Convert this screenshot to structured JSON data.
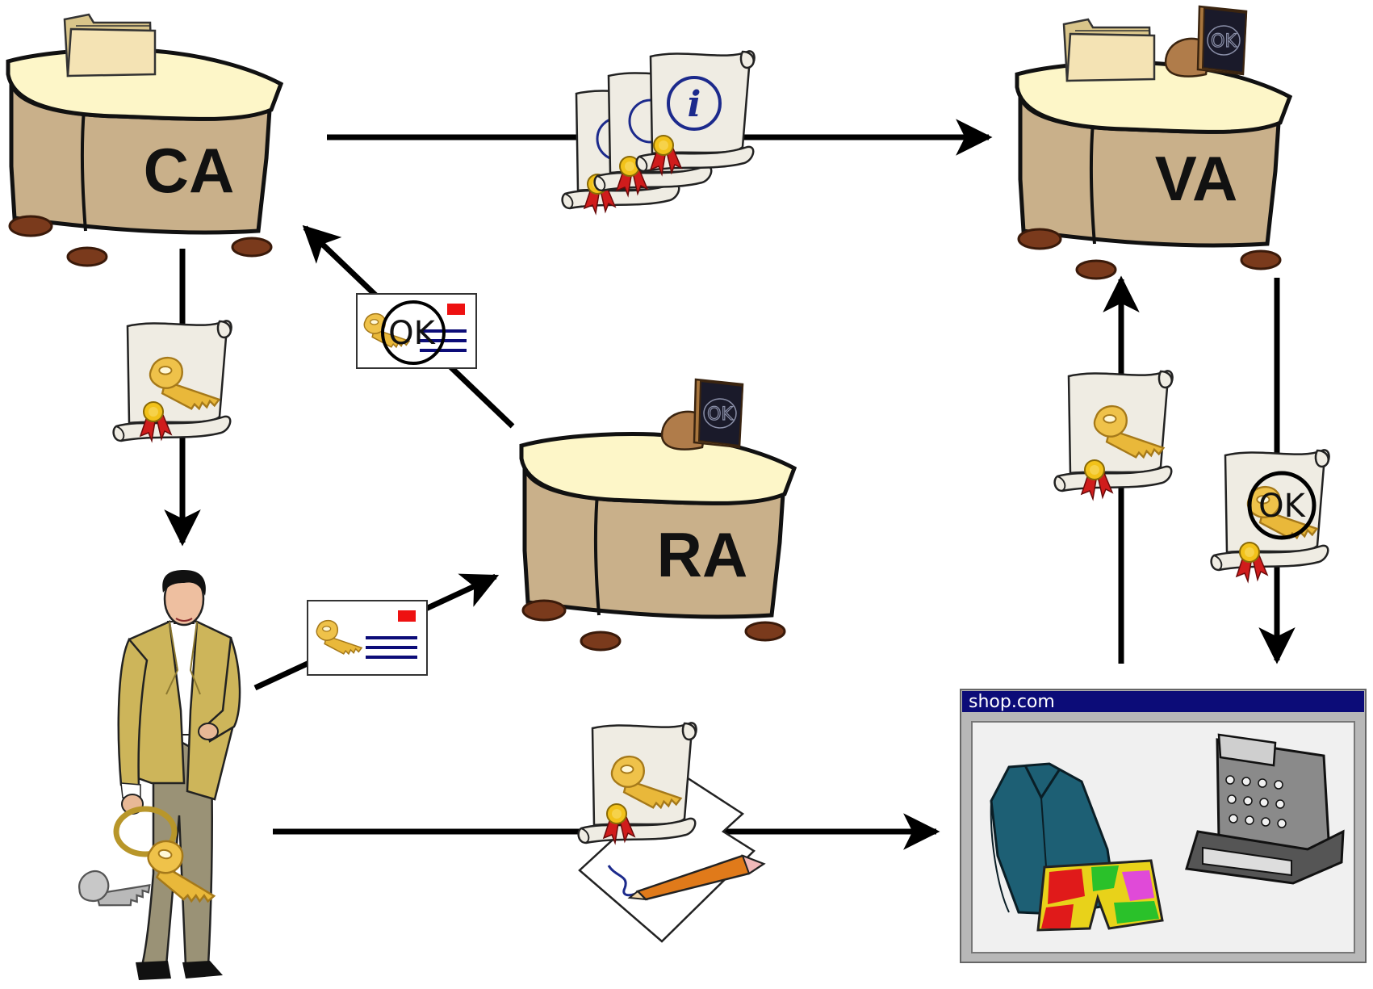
{
  "desks": {
    "ca": {
      "label": "CA"
    },
    "va": {
      "label": "VA"
    },
    "ra": {
      "label": "RA"
    }
  },
  "stamps": {
    "text": "OK"
  },
  "request_card": {
    "ok_text": "OK"
  },
  "va_response": {
    "ok_text": "OK"
  },
  "shop_window": {
    "title": "shop.com"
  },
  "icons": {
    "folder": "folder-icon",
    "stamp": "ok-stamp-icon",
    "certificate": "certificate-scroll-icon",
    "key": "key-icon",
    "envelope": "certificate-request-card-icon",
    "person": "user-person-icon",
    "pencil": "pencil-icon",
    "shirt": "shirt-icon",
    "shorts": "shorts-icon",
    "register": "cash-register-icon"
  },
  "colors": {
    "desk_body": "#c9b08a",
    "desk_top": "#fdf6c8",
    "desk_feet": "#7a3a1c",
    "key_gold": "#e9b83a",
    "seal_red": "#d01c1c",
    "titlebar": "#0c0c78",
    "window_frame": "#b8b8b8"
  }
}
